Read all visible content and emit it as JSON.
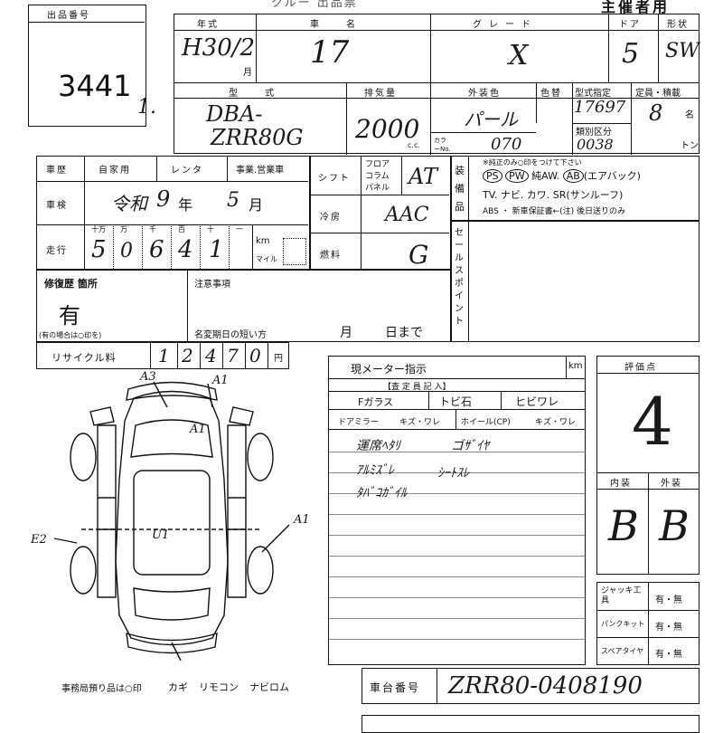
{
  "header": {
    "title_partial": "主催者用",
    "title_left": "クルー 出品票"
  },
  "lot": {
    "label": "出品番号",
    "number": "3441",
    "side_mark": "1."
  },
  "year": {
    "label": "年式",
    "value": "H30/2",
    "unit": "月"
  },
  "model": {
    "label": "車名",
    "value": "17"
  },
  "grade": {
    "label": "グレード",
    "value": "X"
  },
  "doors": {
    "label": "ドア",
    "value": "5"
  },
  "body_type": {
    "label": "形状",
    "value": "SW"
  },
  "model_code": {
    "label": "型式",
    "value_line1": "DBA-",
    "value_line2": "ZRR80G"
  },
  "displacement": {
    "label": "排気量",
    "value": "2000",
    "unit": "c.c."
  },
  "color": {
    "label": "外装色",
    "value": "パール",
    "color_no_label": "カラーNo.",
    "color_no": "070"
  },
  "color_change": {
    "label": "色替"
  },
  "type_spec": {
    "label": "型式指定",
    "value": "17697",
    "class_label": "類別区分",
    "class_value": "0038"
  },
  "capacity": {
    "label": "定員・積載",
    "value": "8",
    "unit_people": "名",
    "unit_ton": "トン"
  },
  "history": {
    "label": "車歴",
    "options": [
      "自家用",
      "レンタ",
      "事業.営業車"
    ]
  },
  "inspection": {
    "label": "車検",
    "era": "令和",
    "year": "9",
    "year_unit": "年",
    "month": "5",
    "month_unit": "月"
  },
  "mileage": {
    "label": "走行",
    "digit_headers": [
      "十万",
      "万",
      "千",
      "百",
      "十",
      "一"
    ],
    "digits": [
      "5",
      "0",
      "6",
      "4",
      "1"
    ],
    "unit_km": "km",
    "unit_mile": "マイル"
  },
  "shift": {
    "label": "シフト",
    "options": [
      "フロア",
      "コラム",
      "パネル"
    ],
    "value": "AT"
  },
  "ac": {
    "label": "冷房",
    "value": "AAC"
  },
  "fuel": {
    "label": "燃料",
    "value": "G"
  },
  "equipment": {
    "label": "装備品",
    "note": "※純正のみ○印をつけて下さい",
    "row1": [
      "PS",
      "PW",
      "純AW.",
      "AB",
      "(エアバック)"
    ],
    "row2": "TV. ナビ. カワ. SR(サンルーフ)",
    "row3": "ABS ・ 新車保証書←(注) 後日送りのみ"
  },
  "sales_point": {
    "label": "セールスポイント"
  },
  "repair": {
    "label": "修復歴 箇所",
    "value": "有",
    "note": "(有の場合は○印を)"
  },
  "caution": {
    "label": "注意事項",
    "expiry_label": "名変期日の短い方",
    "month": "月",
    "day": "日まで"
  },
  "recycle": {
    "label": "リサイクル料",
    "digits": [
      "1",
      "2",
      "4",
      "7",
      "0"
    ],
    "unit": "円"
  },
  "meter": {
    "label": "現メーター指示",
    "unit": "km"
  },
  "inspector": {
    "label": "【査 定 員 記 入】"
  },
  "glass": {
    "label": "Fガラス",
    "options": [
      "トビ石",
      "ヒビワレ"
    ]
  },
  "mirror": {
    "label": "ドアミラー",
    "options": "キズ・ワレ",
    "wheel_label": "ホイール(CP)",
    "wheel_options": "キズ・ワレ"
  },
  "notes": [
    "運席ﾍﾀﾘ",
    "ゴｻﾞｲﾔ",
    "ｱﾙﾐｽﾞﾚ",
    "ｼｰﾄｽﾚ",
    "ﾀﾊﾞｺｶﾞｲﾙ"
  ],
  "score": {
    "label": "評価点",
    "value": "4"
  },
  "interior": {
    "label": "内装",
    "value": "B"
  },
  "exterior": {
    "label": "外装",
    "value": "B"
  },
  "tools": [
    {
      "label": "ジャッキ工具",
      "value": "有・無"
    },
    {
      "label": "パンクキット",
      "value": "有・無"
    },
    {
      "label": "スペアタイヤ",
      "value": "有・無"
    }
  ],
  "diagram": {
    "marks": [
      "A3",
      "A1",
      "A1",
      "A1",
      "E2",
      "U1"
    ]
  },
  "office_keep": {
    "label": "事務局預り品は○印",
    "items": [
      "カギ",
      "リモコン",
      "ナビロム"
    ]
  },
  "chassis": {
    "label": "車台番号",
    "value": "ZRR80-0408190"
  }
}
